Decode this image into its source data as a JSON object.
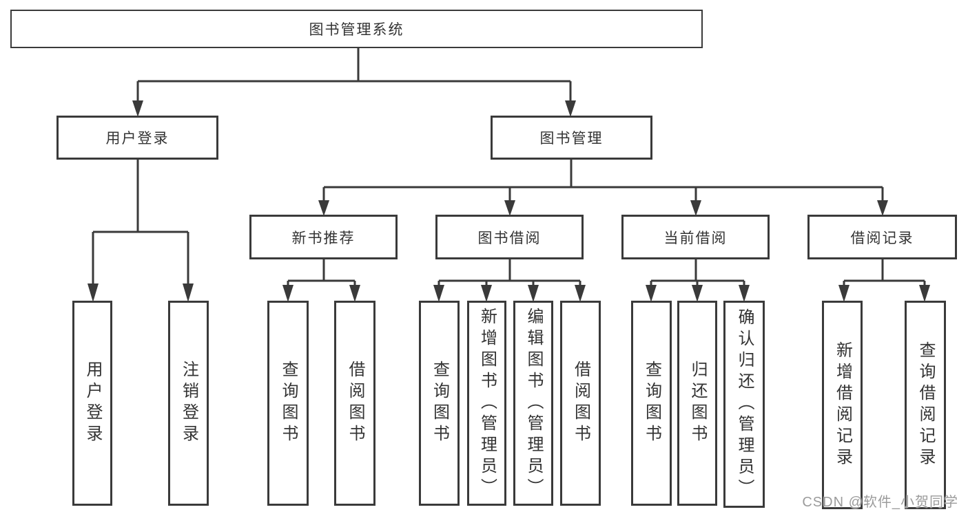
{
  "nodes": {
    "root": "图书管理系统",
    "user_login": "用户登录",
    "book_mgmt": "图书管理",
    "new_books": "新书推荐",
    "book_borrow": "图书借阅",
    "current_borrow": "当前借阅",
    "borrow_records": "借阅记录"
  },
  "leaves": {
    "user_login": [
      "用户登录",
      "注销登录"
    ],
    "new_books": [
      "查询图书",
      "借阅图书"
    ],
    "book_borrow": [
      "查询图书",
      "新增图书（管理员）",
      "编辑图书（管理员）",
      "借阅图书"
    ],
    "current_borrow": [
      "查询图书",
      "归还图书",
      "确认归还（管理员）"
    ],
    "borrow_records": [
      "新增借阅记录",
      "查询借阅记录"
    ]
  },
  "watermark": "CSDN @软件_小贺同学",
  "colors": {
    "line": "#3a3a3a",
    "text": "#333333",
    "watermark": "#9b9b9b",
    "background": "#ffffff"
  }
}
